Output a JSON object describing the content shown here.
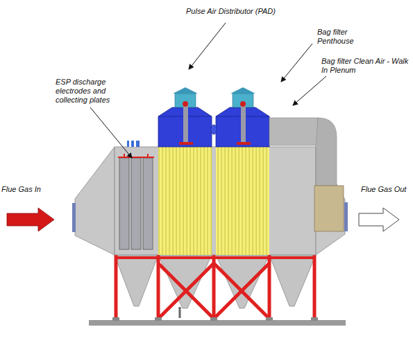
{
  "diagram": {
    "labels": [
      "Pulse Air Distributor (PAD)",
      "Bag filter Penthouse",
      "Bag filter Clean Air - Walk In Plenum",
      "ESP discharge electrodes and collecting plates",
      "Flue Gas In",
      "Flue Gas Out"
    ]
  }
}
